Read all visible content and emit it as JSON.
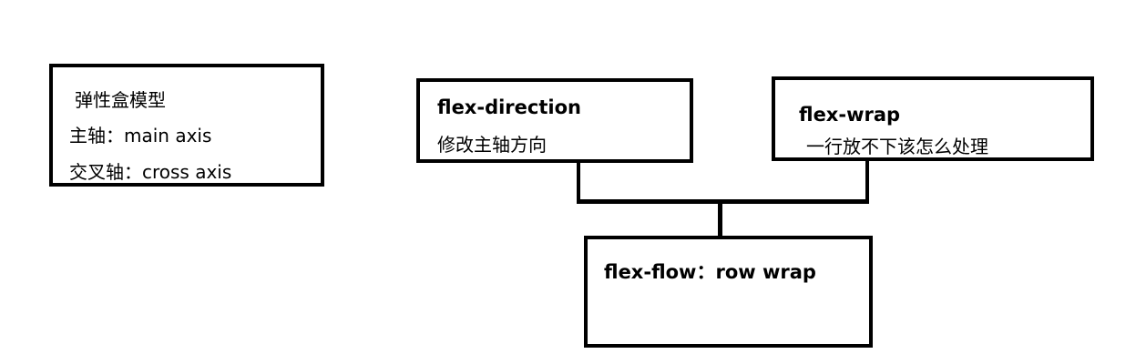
{
  "model_box": {
    "title": "弹性盒模型",
    "main_axis": "主轴：main axis",
    "cross_axis": "交叉轴：cross axis"
  },
  "direction_box": {
    "title": "flex-direction",
    "description": "修改主轴方向"
  },
  "wrap_box": {
    "title": "flex-wrap",
    "description": "一行放不下该怎么处理"
  },
  "flow_box": {
    "title": "flex-flow：row wrap"
  }
}
